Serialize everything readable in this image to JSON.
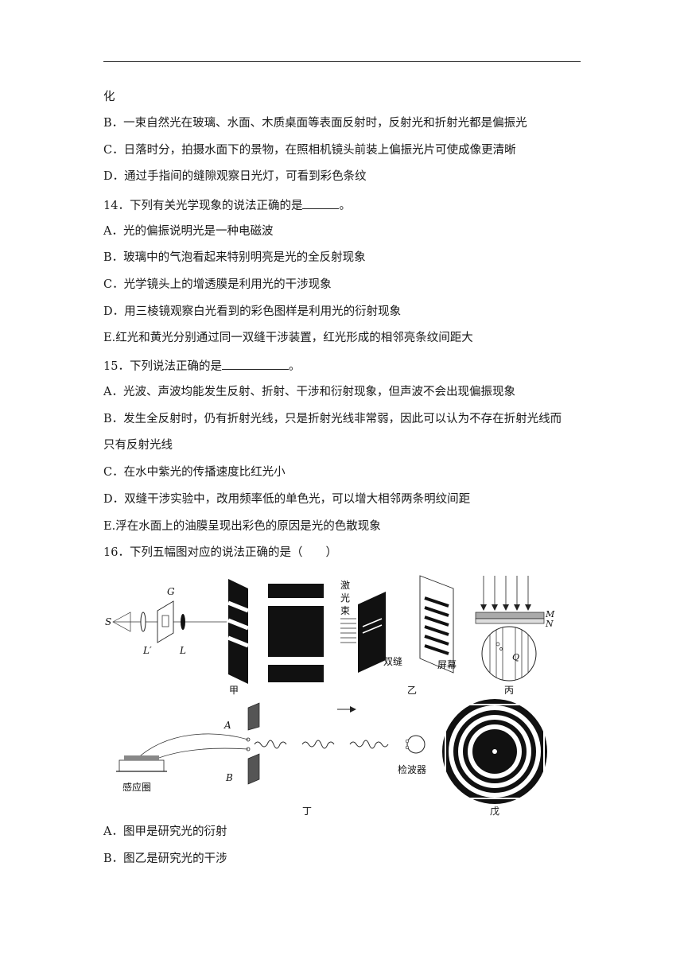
{
  "lines": {
    "l0": "化",
    "q13b": "B．一束自然光在玻璃、水面、木质桌面等表面反射时，反射光和折射光都是偏振光",
    "q13c": "C．日落时分，拍摄水面下的景物，在照相机镜头前装上偏振光片可使成像更清晰",
    "q13d": "D．通过手指间的缝隙观察日光灯，可看到彩色条纹",
    "q14_pre": "14．下列有关光学现象的说法正确的是",
    "q14_post": "。",
    "q14a": "A．光的偏振说明光是一种电磁波",
    "q14b": "B．玻璃中的气泡看起来特别明亮是光的全反射现象",
    "q14c": "C．光学镜头上的增透膜是利用光的干涉现象",
    "q14d": "D．用三棱镜观察白光看到的彩色图样是利用光的衍射现象",
    "q14e": "E.红光和黄光分别通过同一双缝干涉装置，红光形成的相邻亮条纹间距大",
    "q15_pre": "15．下列说法正确的是",
    "q15_post": "。",
    "q15a": "A．光波、声波均能发生反射、折射、干涉和衍射现象，但声波不会出现偏振现象",
    "q15b1": "B．发生全反射时，仍有折射光线，只是折射光线非常弱，因此可以认为不存在折射光线而",
    "q15b2": "只有反射光线",
    "q15c": "C．在水中紫光的传播速度比红光小",
    "q15d": "D．双缝干涉实验中，改用频率低的单色光，可以增大相邻两条明纹间距",
    "q15e": "E.浮在水面上的油膜呈现出彩色的原因是光的色散现象",
    "q16": "16．下列五幅图对应的说法正确的是（　　）",
    "q16a": "A．图甲是研究光的衍射",
    "q16b": "B．图乙是研究光的干涉"
  },
  "figure": {
    "caption_jia": "甲",
    "caption_yi": "乙",
    "caption_bing": "丙",
    "caption_ding": "丁",
    "caption_wu": "戊",
    "label_S": "S",
    "label_G": "G",
    "label_Lp": "L′",
    "label_L": "L",
    "label_laser_1": "激",
    "label_laser_2": "光",
    "label_laser_3": "束",
    "label_double_slit": "双缝",
    "label_screen": "屏幕",
    "label_M": "M",
    "label_N": "N",
    "label_Q": "Q",
    "label_A": "A",
    "label_B": "B",
    "label_coil": "感应圈",
    "label_detector": "检波器"
  }
}
